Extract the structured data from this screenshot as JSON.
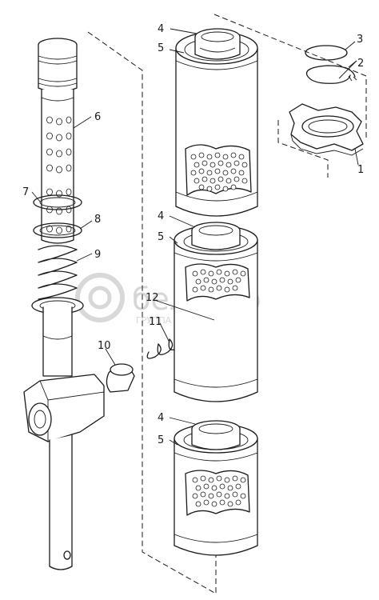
{
  "diagram": {
    "part_labels": [
      "1",
      "2",
      "3",
      "4",
      "5",
      "6",
      "7",
      "8",
      "9",
      "10",
      "11",
      "12",
      "4",
      "5",
      "4",
      "5"
    ]
  },
  "watermark": {
    "brand": "белагро",
    "subtitle": "ГРУППА КОМПАНИЙ"
  },
  "colors": {
    "ink": "#1a1a1a",
    "background": "#ffffff",
    "watermark": "#cfcfcf"
  }
}
